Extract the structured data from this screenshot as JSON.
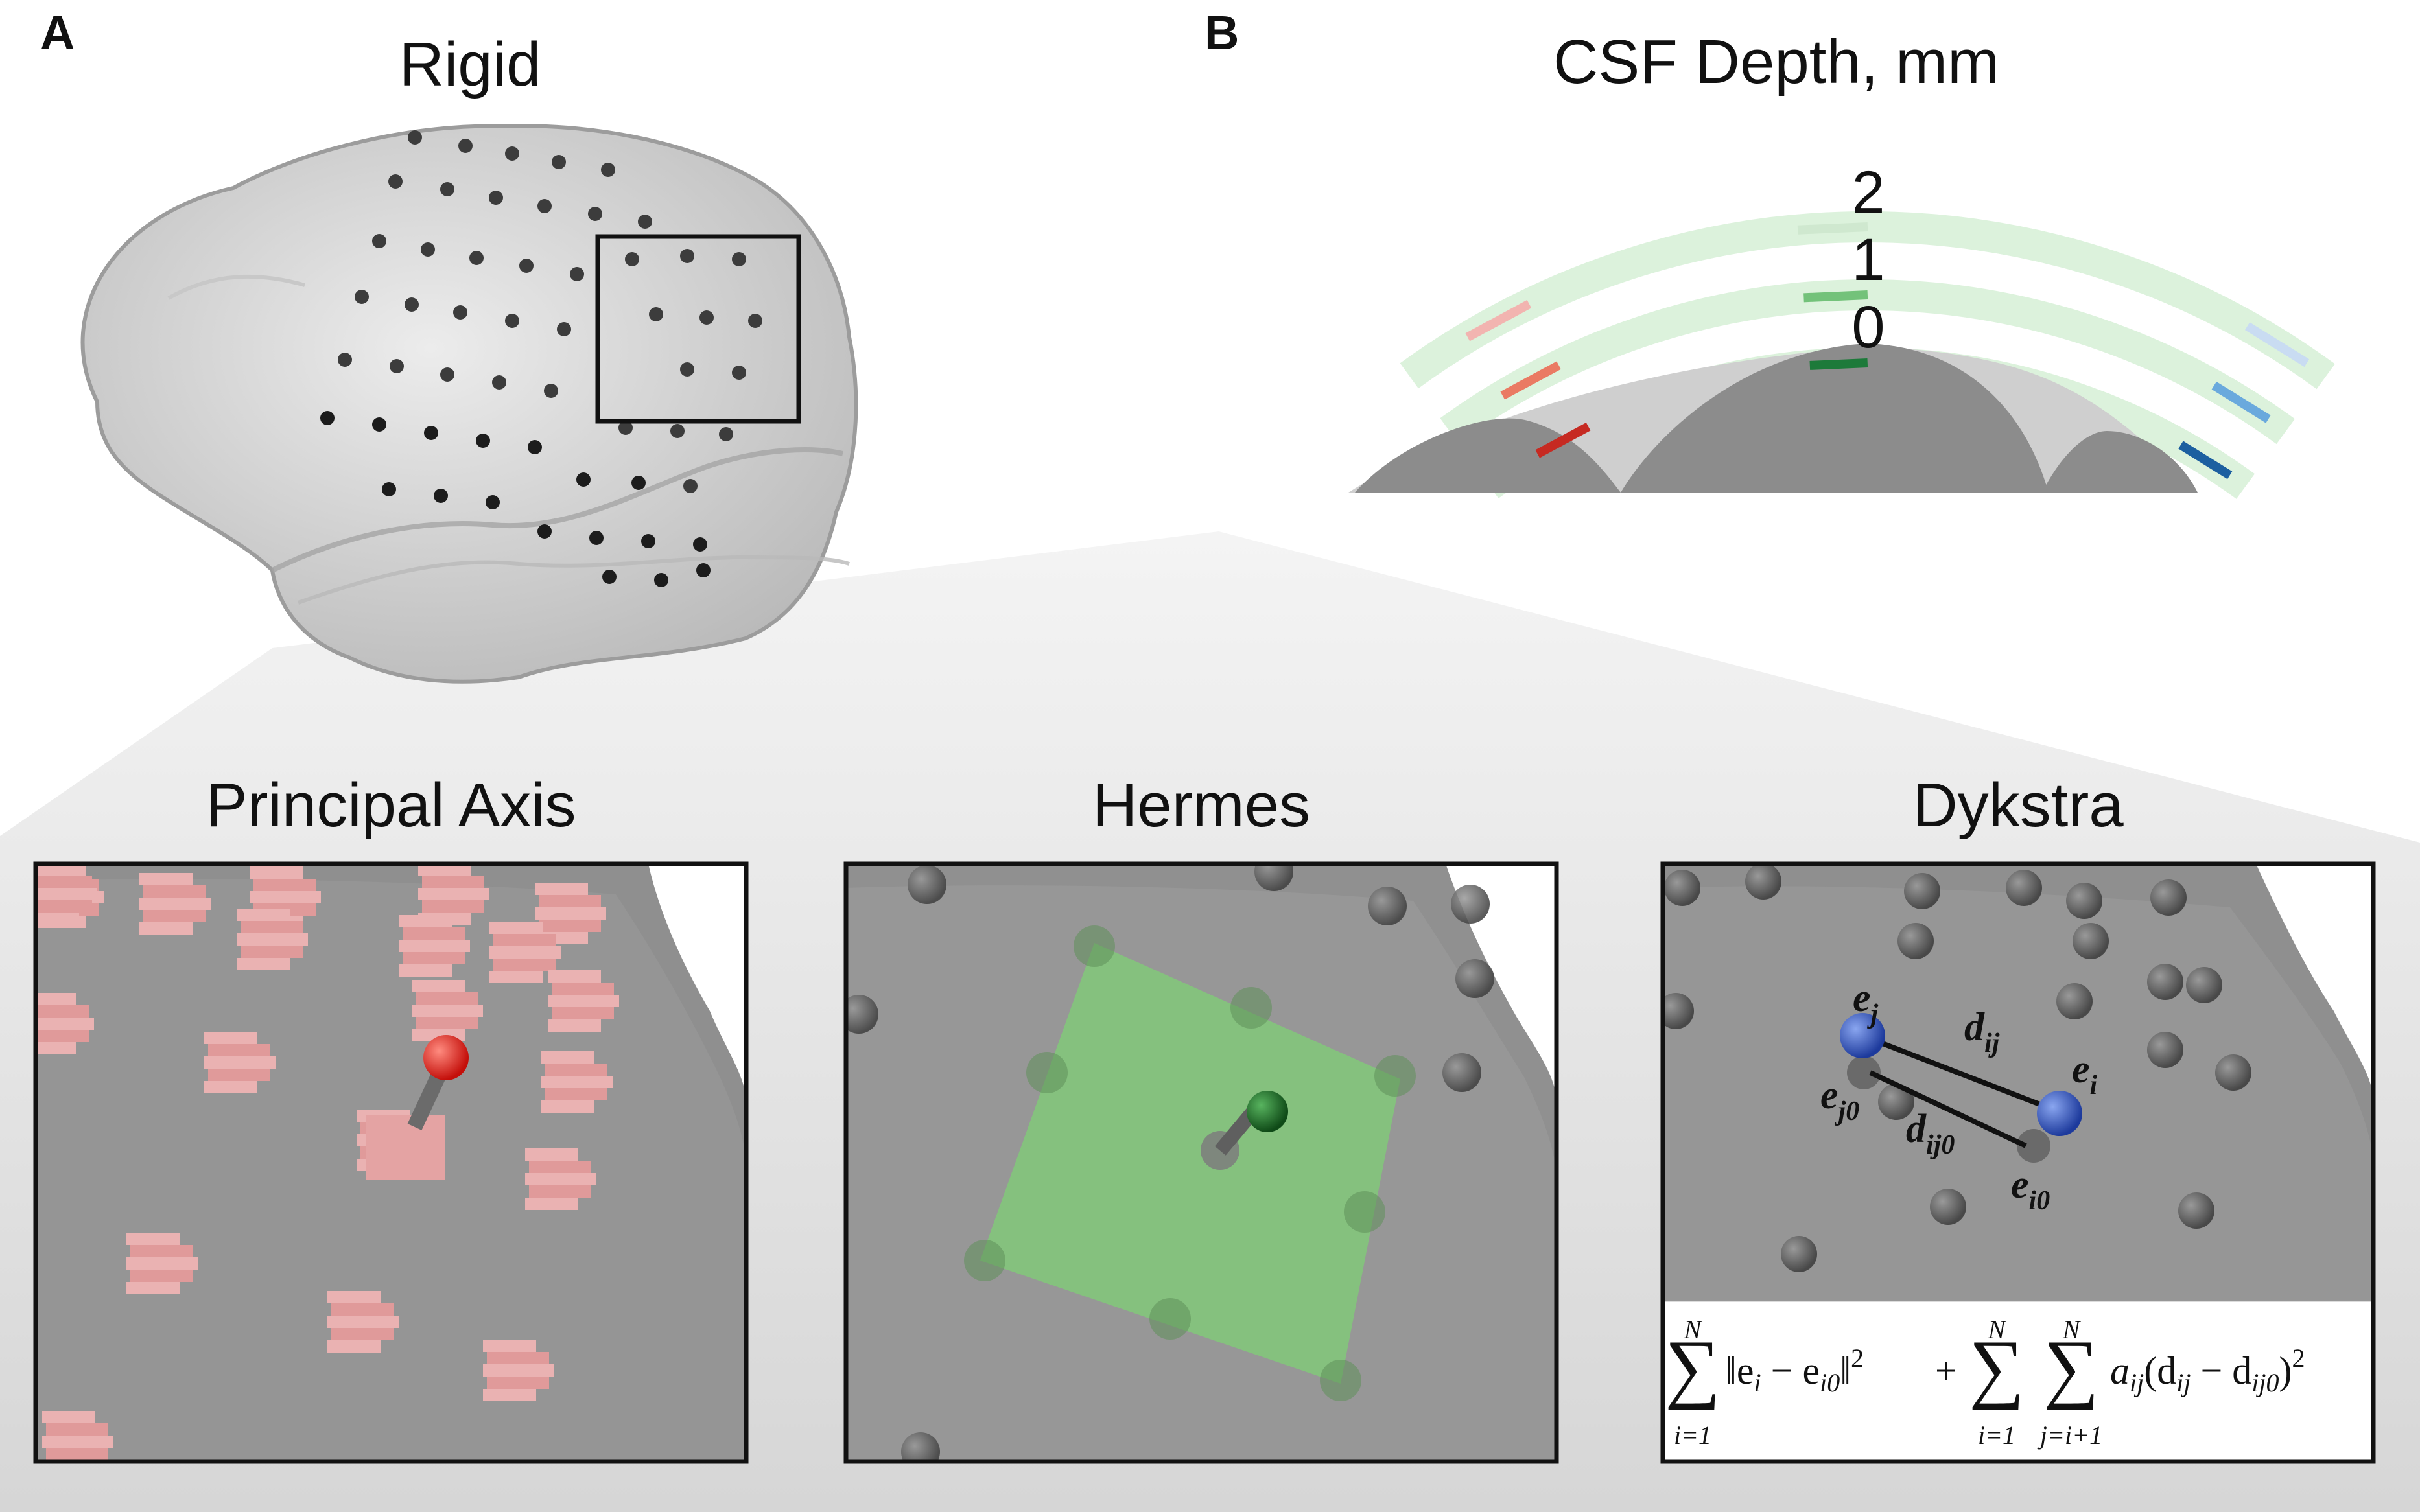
{
  "panel_a": {
    "letter": "A",
    "title": "Rigid",
    "views": [
      {
        "title": "Principal Axis",
        "marker_color": "#e8211b",
        "patch_color": "#e5a0a0"
      },
      {
        "title": "Hermes",
        "marker_color": "#1f6b28",
        "patch_color": "#7fcf75"
      },
      {
        "title": "Dykstra",
        "marker_color": "#2f4fb8"
      }
    ]
  },
  "panel_b": {
    "letter": "B",
    "title": "CSF Depth, mm",
    "depth_labels": [
      "2",
      "1",
      "0"
    ],
    "colors": {
      "band": "#dcf2dc",
      "gyrus": "#8a8a8a",
      "sulcal_csf": "#cfcfcf",
      "red": [
        "#f2b4b0",
        "#ea7a63",
        "#c62a22"
      ],
      "green": [
        "#cfe8cf",
        "#73c27a",
        "#1d7a3a"
      ],
      "blue": [
        "#c9dcf2",
        "#6aa9dd",
        "#1c5fa0"
      ]
    }
  },
  "dykstra_labels": {
    "ej": "e",
    "ej_sub": "j",
    "ei": "e",
    "ei_sub": "i",
    "dij": "d",
    "dij_sub": "ij",
    "ej0": "e",
    "ej0_sub": "j0",
    "dij0": "d",
    "dij0_sub": "ij0",
    "ei0": "e",
    "ei0_sub": "i0"
  },
  "formula": {
    "sum_upper": "N",
    "sum1_lower": "i=1",
    "sum2_lower": "i=1",
    "sum3_lower": "j=i+1",
    "sigma": "∑",
    "term1": "‖e",
    "term1_sub_i": "i",
    "term1_minus": " − e",
    "term1_sub_i0": "i0",
    "term1_close": "‖",
    "sq": "2",
    "plus": "+",
    "a": "a",
    "a_sub": "ij",
    "open": "(d",
    "d_sub": "ij",
    "minus": " − d",
    "d0_sub": "ij0",
    "close": ")"
  }
}
